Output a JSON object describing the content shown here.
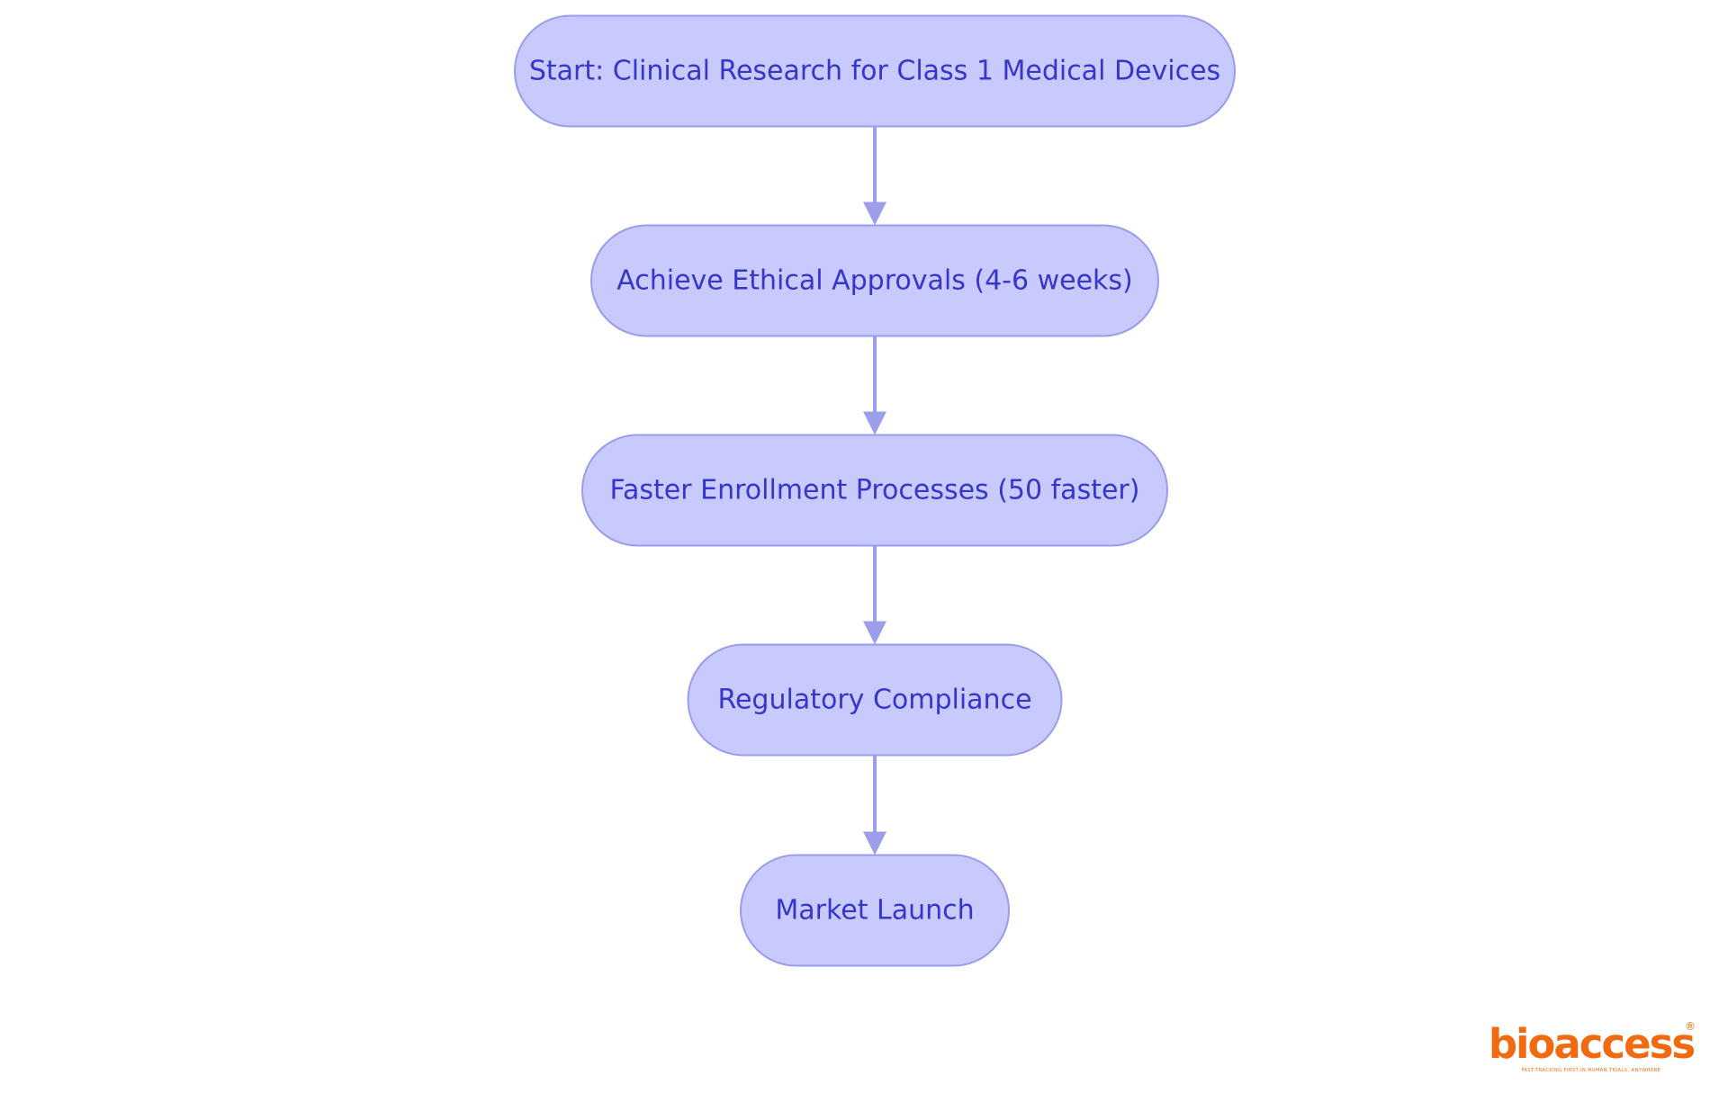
{
  "flow": {
    "nodes": [
      {
        "id": "start",
        "label": "Start: Clinical Research for Class 1 Medical Devices"
      },
      {
        "id": "ethical",
        "label": "Achieve Ethical Approvals (4-6 weeks)"
      },
      {
        "id": "enrollment",
        "label": "Faster Enrollment Processes (50 faster)"
      },
      {
        "id": "compliance",
        "label": "Regulatory Compliance"
      },
      {
        "id": "launch",
        "label": "Market Launch"
      }
    ],
    "edges": [
      {
        "from": "start",
        "to": "ethical"
      },
      {
        "from": "ethical",
        "to": "enrollment"
      },
      {
        "from": "enrollment",
        "to": "compliance"
      },
      {
        "from": "compliance",
        "to": "launch"
      }
    ]
  },
  "logo": {
    "word": "bioaccess",
    "registered": "®",
    "tagline": "FAST-TRACKING FIRST-IN-HUMAN TRIALS, ANYWHERE"
  },
  "colors": {
    "node_fill": "#c8c9fc",
    "node_stroke": "#9a9cee",
    "node_text": "#3436cc",
    "edge": "#9c9eec",
    "brand": "#f26a0f"
  }
}
